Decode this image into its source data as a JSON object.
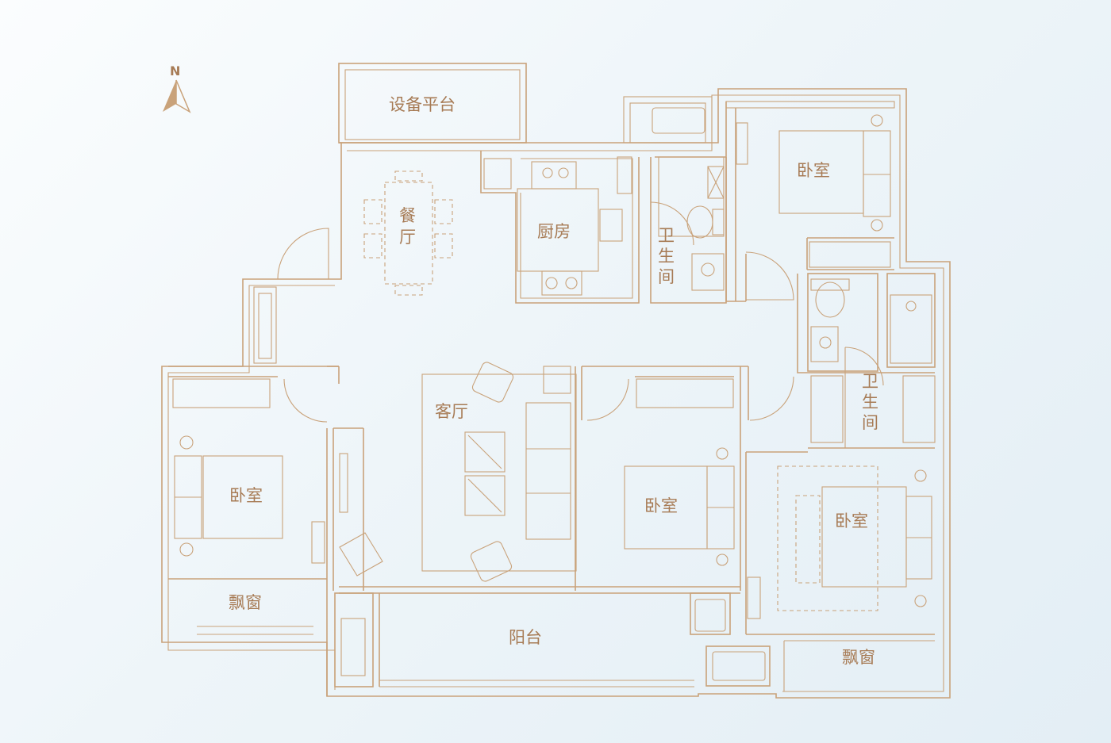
{
  "compass": {
    "north_label": "N"
  },
  "rooms": {
    "equipment_platform": "设备平台",
    "dining_v1": "餐",
    "dining_v2": "厅",
    "kitchen": "厨房",
    "bath_north_v1": "卫",
    "bath_north_v2": "生",
    "bath_north_v3": "间",
    "bedroom_ne": "卧室",
    "bath_east_v1": "卫",
    "bath_east_v2": "生",
    "bath_east_v3": "间",
    "living": "客厅",
    "bedroom_west": "卧室",
    "bay_window_west": "飘窗",
    "bedroom_middle": "卧室",
    "bedroom_se": "卧室",
    "balcony": "阳台",
    "bay_window_east": "飘窗"
  },
  "colors": {
    "line": "#c9a27a",
    "text": "#a77b55",
    "background": "#eef5f9"
  }
}
